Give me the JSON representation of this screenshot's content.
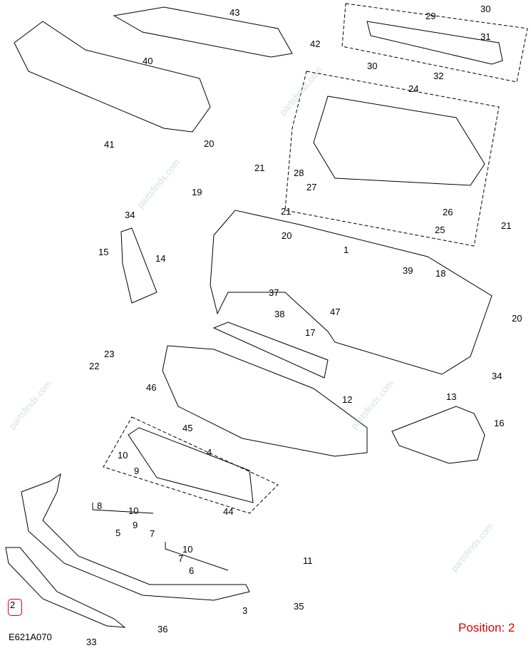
{
  "diagram_code": "E621A070",
  "position_label": "Position: 2",
  "highlighted_callout": "2",
  "watermark": "partsfinds.com",
  "colors": {
    "highlight": "#e00000",
    "line": "#000000",
    "watermark": "#c8d0dc"
  },
  "callouts": [
    "43",
    "42",
    "40",
    "41",
    "30",
    "29",
    "31",
    "30",
    "32",
    "24",
    "20",
    "21",
    "19",
    "28",
    "27",
    "26",
    "25",
    "21",
    "20",
    "34",
    "15",
    "14",
    "1",
    "21",
    "18",
    "39",
    "37",
    "20",
    "38",
    "47",
    "17",
    "23",
    "22",
    "34",
    "46",
    "13",
    "12",
    "45",
    "16",
    "10",
    "4",
    "9",
    "8",
    "10",
    "9",
    "7",
    "44",
    "5",
    "10",
    "7",
    "11",
    "6",
    "2",
    "3",
    "35",
    "36",
    "33"
  ]
}
